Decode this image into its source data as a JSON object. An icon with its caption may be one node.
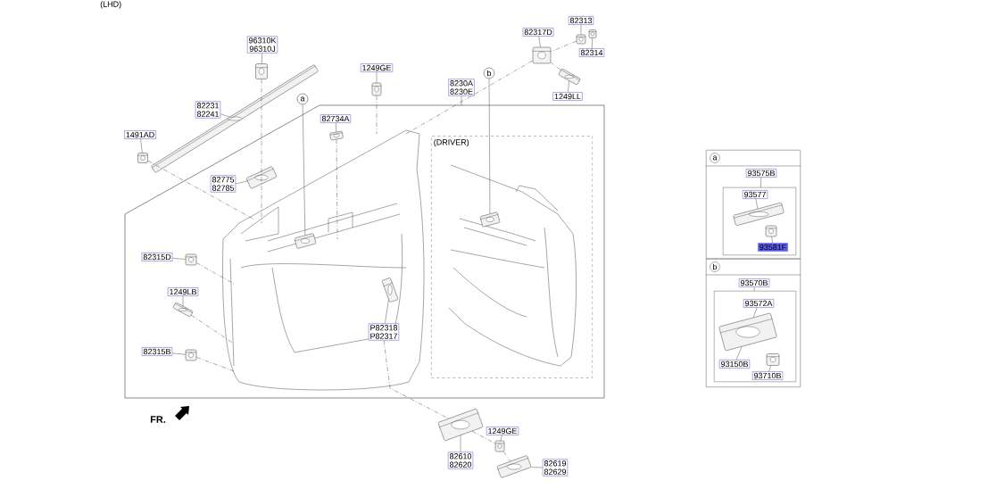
{
  "diagram": {
    "nodes": [
      {
        "text": [],
        "shape": "box"
      },
      {
        "text": [
          "(DRIVER)"
        ],
        "in": 0
      },
      {
        "text": [
          "a"
        ]
      },
      {
        "text": [
          "b"
        ]
      },
      {
        "text": [
          "96310K",
          "96310J"
        ]
      },
      {
        "text": [],
        "shape": "picture"
      },
      {
        "text": [
          "1249GE"
        ]
      },
      {
        "text": [],
        "shape": "picture"
      },
      {
        "text": [
          "82231",
          "82241"
        ]
      },
      {
        "text": [],
        "shape": "picture"
      },
      {
        "text": [
          "1491AD"
        ]
      },
      {
        "text": [],
        "shape": "picture"
      },
      {
        "text": [
          "82734A"
        ],
        "in": 0
      },
      {
        "text": [],
        "shape": "picture",
        "in": 0
      },
      {
        "text": [
          "82775",
          "82785"
        ],
        "in": 0
      },
      {
        "text": [],
        "shape": "picture",
        "in": 0
      },
      {
        "text": [
          "82317D"
        ]
      },
      {
        "text": [],
        "shape": "picture"
      },
      {
        "text": [
          "82313"
        ]
      },
      {
        "text": [],
        "shape": "picture"
      },
      {
        "text": [
          "82314"
        ]
      },
      {
        "text": [],
        "shape": "picture"
      },
      {
        "text": [
          "8230A",
          "8230E"
        ]
      },
      {
        "text": [
          "1249LL"
        ]
      },
      {
        "text": [],
        "shape": "picture"
      },
      {
        "text": [
          "82315D"
        ],
        "in": 0
      },
      {
        "text": [],
        "shape": "picture",
        "in": 0
      },
      {
        "text": [
          "1249LB"
        ],
        "in": 0
      },
      {
        "text": [],
        "shape": "picture",
        "in": 0
      },
      {
        "text": [
          "82315B"
        ],
        "in": 0
      },
      {
        "text": [],
        "shape": "picture",
        "in": 0
      },
      {
        "text": [
          "P82318",
          "P82317"
        ],
        "in": 0
      },
      {
        "text": [],
        "shape": "picture",
        "in": 0
      },
      {
        "text": [],
        "shape": "picture"
      },
      {
        "text": [
          "1249GE"
        ]
      },
      {
        "text": [],
        "shape": "picture"
      },
      {
        "text": [
          "82610",
          "82620"
        ]
      },
      {
        "text": [
          "82619",
          "82629"
        ]
      },
      {
        "text": [],
        "shape": "picture"
      },
      {
        "text": [
          "a"
        ]
      },
      {
        "text": [
          "93575B"
        ],
        "in": 39
      },
      {
        "text": [],
        "shape": "box",
        "in": 39
      },
      {
        "text": [
          "93577"
        ],
        "in": 41
      },
      {
        "text": [],
        "shape": "picture",
        "in": 41
      },
      {
        "text": [
          "93581F"
        ],
        "in": 41
      },
      {
        "text": [],
        "shape": "picture",
        "in": 41
      },
      {
        "text": [
          "b"
        ]
      },
      {
        "text": [
          "93570B"
        ],
        "in": 46
      },
      {
        "text": [],
        "shape": "box",
        "in": 46
      },
      {
        "text": [
          "93572A"
        ],
        "in": 48
      },
      {
        "text": [],
        "shape": "picture",
        "in": 48
      },
      {
        "text": [
          "93150B"
        ],
        "in": 48
      },
      {
        "text": [
          "93710B"
        ],
        "in": 48
      },
      {
        "text": [],
        "shape": "picture",
        "in": 48
      },
      {
        "text": [],
        "shape": "picture",
        "in": 1
      },
      {
        "text": [],
        "shape": "picture",
        "in": 0
      }
    ],
    "edges": [
      {
        "from": 4,
        "to": 5,
        "arrow": "none"
      },
      {
        "from": 6,
        "to": 7,
        "arrow": "none"
      },
      {
        "from": 8,
        "to": 9,
        "arrow": "none"
      },
      {
        "from": 10,
        "to": 11,
        "arrow": "none"
      },
      {
        "from": 12,
        "to": 13,
        "arrow": "none"
      },
      {
        "from": 14,
        "to": 15,
        "arrow": "none"
      },
      {
        "from": 16,
        "to": 17,
        "arrow": "none"
      },
      {
        "from": 18,
        "to": 19,
        "arrow": "none"
      },
      {
        "from": 20,
        "to": 21,
        "arrow": "none"
      },
      {
        "from": 22,
        "to": 0,
        "arrow": "none"
      },
      {
        "from": 23,
        "to": 24,
        "arrow": "none"
      },
      {
        "from": 25,
        "to": 26,
        "arrow": "none"
      },
      {
        "from": 27,
        "to": 28,
        "arrow": "none"
      },
      {
        "from": 29,
        "to": 30,
        "arrow": "none"
      },
      {
        "from": 31,
        "to": 32,
        "arrow": "none"
      },
      {
        "from": 36,
        "to": 33,
        "arrow": "none"
      },
      {
        "from": 34,
        "to": 35,
        "arrow": "none"
      },
      {
        "from": 37,
        "to": 38,
        "arrow": "none"
      },
      {
        "from": 40,
        "to": 41,
        "arrow": "none"
      },
      {
        "from": 42,
        "to": 43,
        "arrow": "none"
      },
      {
        "from": 44,
        "to": 45,
        "arrow": "none"
      },
      {
        "from": 47,
        "to": 48,
        "arrow": "none"
      },
      {
        "from": 49,
        "to": 50,
        "arrow": "none"
      },
      {
        "from": 51,
        "to": 50,
        "arrow": "none"
      },
      {
        "from": 52,
        "to": 53,
        "arrow": "none"
      },
      {
        "from": 2,
        "to": 55,
        "arrow": "none"
      },
      {
        "from": 3,
        "to": 54,
        "arrow": "none"
      },
      {
        "from": 5,
        "to": null,
        "arrow": "none",
        "style": "dashed"
      },
      {
        "from": 7,
        "to": null,
        "arrow": "none",
        "style": "dashed"
      },
      {
        "from": 11,
        "to": null,
        "arrow": "none",
        "style": "dashed"
      },
      {
        "from": 13,
        "to": null,
        "arrow": "none",
        "style": "dashed"
      },
      {
        "from": 19,
        "to": 17,
        "arrow": "none",
        "style": "dashed"
      },
      {
        "from": 24,
        "to": 17,
        "arrow": "none",
        "style": "dashed"
      },
      {
        "from": 17,
        "to": null,
        "arrow": "none",
        "style": "dashed"
      },
      {
        "from": 26,
        "to": null,
        "arrow": "none",
        "style": "dashed"
      },
      {
        "from": 28,
        "to": null,
        "arrow": "none",
        "style": "dashed"
      },
      {
        "from": 30,
        "to": null,
        "arrow": "none",
        "style": "dashed"
      },
      {
        "from": 31,
        "to": 33,
        "arrow": "none",
        "style": "dashed"
      },
      {
        "from": 33,
        "to": 35,
        "arrow": "none",
        "style": "dashed"
      },
      {
        "from": 35,
        "to": 38,
        "arrow": "none",
        "style": "dashed"
      }
    ],
    "labels": [
      "(LHD)",
      "FR."
    ]
  }
}
